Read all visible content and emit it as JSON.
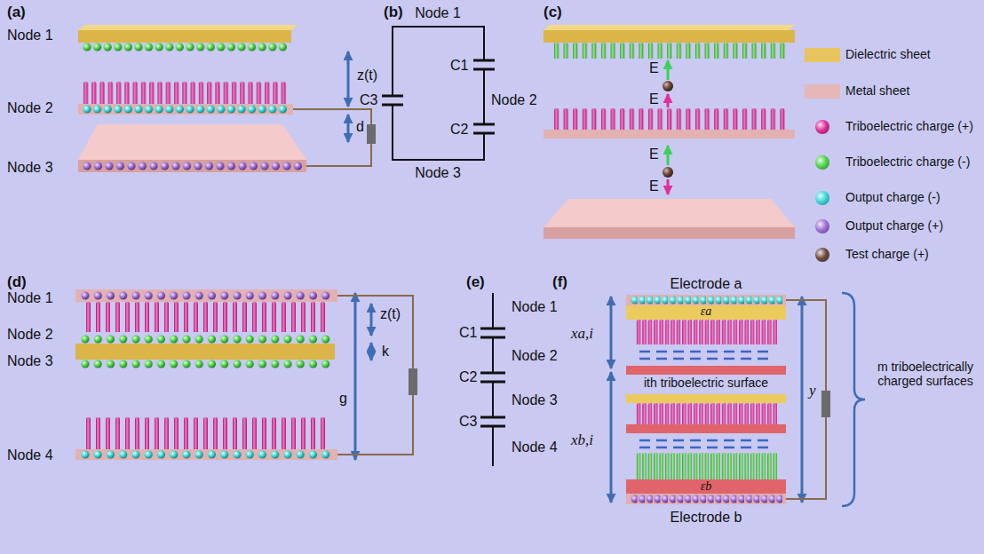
{
  "diagram": {
    "labels": [
      "(a)",
      "Node 1",
      "z(t)",
      "Node 2",
      "d",
      "Node 3",
      "(b)",
      "Node 1",
      "C3",
      "C1",
      "Node 2",
      "C2",
      "Node 3",
      "(c)",
      "E",
      "E",
      "E",
      "E",
      "(d)",
      "Node 1",
      "z(t)",
      "Node 2",
      "k",
      "Node 3",
      "g",
      "Node 4",
      "(e)",
      "Node 1",
      "C1",
      "Node 2",
      "C2",
      "Node 3",
      "C3",
      "Node 4",
      "(f)",
      "Electrode a",
      "εa",
      "xa,i",
      "ith triboelectric surface",
      "y",
      "xb,i",
      "εb",
      "Electrode b",
      "m triboelectrically charged surfaces"
    ],
    "legend": [
      {
        "text": "Dielectric sheet",
        "color": "#e8c45e"
      },
      {
        "text": "Metal sheet",
        "color": "#e6b7b7"
      },
      {
        "text": "Triboelectric charge (+)",
        "color": "#e0309a"
      },
      {
        "text": "Triboelectric charge (-)",
        "color": "#4fd64a"
      },
      {
        "text": "Output charge (-)",
        "color": "#40d8d8"
      },
      {
        "text": "Output charge (+)",
        "color": "#a070d8"
      },
      {
        "text": "Test charge (+)",
        "color": "#6e4a3c"
      }
    ]
  }
}
